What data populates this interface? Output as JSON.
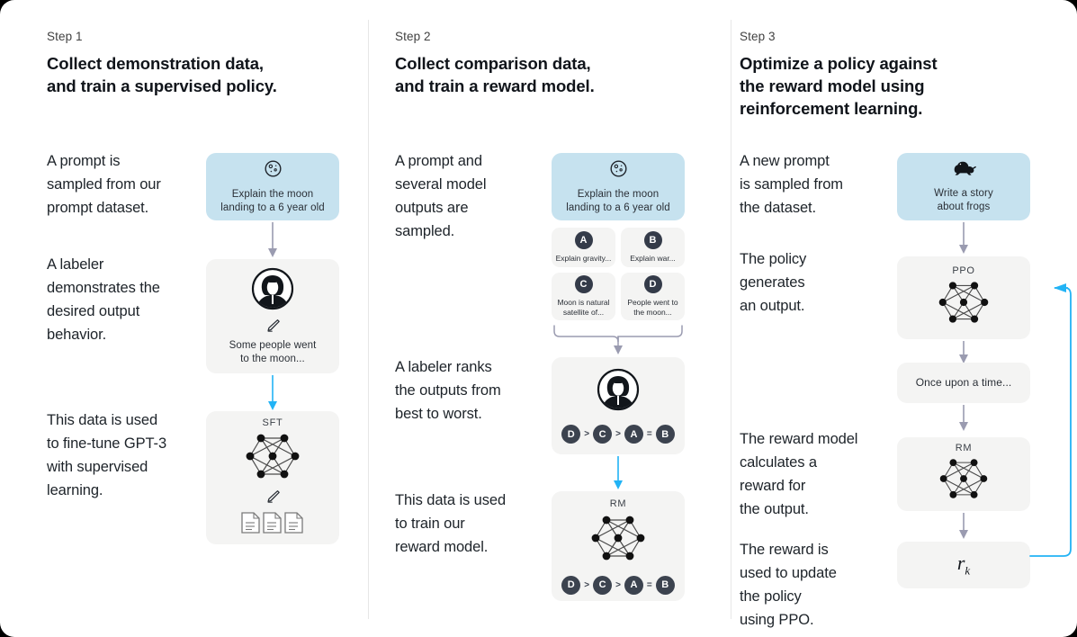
{
  "palette": {
    "page_bg": "#ffffff",
    "card_gray": "#f4f4f3",
    "card_blue": "#c6e2ef",
    "arrow_gray": "#9a9bb0",
    "arrow_cyan": "#22b3f5",
    "badge_dark": "#3c434f",
    "divider": "#e7e7e7",
    "text": "#1d2329"
  },
  "columns": [
    {
      "step_label": "Step 1",
      "title_lines": [
        "Collect demonstration data,",
        "and train a supervised policy."
      ],
      "paragraphs": [
        {
          "lines": [
            "A prompt is",
            "sampled from our",
            "prompt dataset."
          ]
        },
        {
          "lines": [
            "A labeler",
            "demonstrates the",
            "desired output",
            "behavior."
          ]
        },
        {
          "lines": [
            "This data is used",
            "to fine-tune GPT-3",
            "with supervised",
            "learning."
          ]
        }
      ],
      "cards": [
        {
          "kind": "prompt-blue",
          "icon": "moon-icon",
          "caption_lines": [
            "Explain the moon",
            "landing to a 6 year old"
          ]
        },
        {
          "kind": "labeler",
          "icon": "labeler-avatar-icon",
          "sub_icon": "pencil-icon",
          "caption_lines": [
            "Some people went",
            "to the moon..."
          ]
        },
        {
          "kind": "model",
          "title": "SFT",
          "icon": "neural-network-icon",
          "sub_icon": "pencil-icon",
          "extra_icon": "documents-icon"
        }
      ]
    },
    {
      "step_label": "Step 2",
      "title_lines": [
        "Collect comparison data,",
        "and train a reward model."
      ],
      "paragraphs": [
        {
          "lines": [
            "A prompt and",
            "several model",
            "outputs are",
            "sampled."
          ]
        },
        {
          "lines": [
            "A labeler ranks",
            "the outputs from",
            "best to worst."
          ]
        },
        {
          "lines": [
            "This data is used",
            "to train our",
            "reward model."
          ]
        }
      ],
      "cards": [
        {
          "kind": "prompt-blue",
          "icon": "moon-icon",
          "caption_lines": [
            "Explain the moon",
            "landing to a 6 year old"
          ]
        },
        {
          "kind": "options",
          "options": [
            {
              "badge": "A",
              "text": "Explain gravity..."
            },
            {
              "badge": "B",
              "text": "Explain war..."
            },
            {
              "badge": "C",
              "text": "Moon is natural satellite of..."
            },
            {
              "badge": "D",
              "text": "People went to the moon..."
            }
          ]
        },
        {
          "kind": "labeler-rank",
          "icon": "labeler-avatar-icon",
          "ranking": [
            "D",
            ">",
            "C",
            ">",
            "A",
            "=",
            "B"
          ]
        },
        {
          "kind": "model-rank",
          "title": "RM",
          "icon": "neural-network-icon",
          "ranking": [
            "D",
            ">",
            "C",
            ">",
            "A",
            "=",
            "B"
          ]
        }
      ]
    },
    {
      "step_label": "Step 3",
      "title_lines": [
        "Optimize a policy against",
        "the reward model using",
        "reinforcement learning."
      ],
      "paragraphs": [
        {
          "lines": [
            "A new prompt",
            "is sampled from",
            "the dataset."
          ]
        },
        {
          "lines": [
            "The policy",
            "generates",
            "an output."
          ]
        },
        {
          "lines": [
            "The reward model",
            "calculates a",
            "reward for",
            "the output."
          ]
        },
        {
          "lines": [
            "The reward is",
            "used to update",
            "the policy",
            "using PPO."
          ]
        }
      ],
      "cards": [
        {
          "kind": "prompt-blue",
          "icon": "frog-icon",
          "caption_lines": [
            "Write a story",
            "about frogs"
          ]
        },
        {
          "kind": "model",
          "title": "PPO",
          "icon": "neural-network-icon"
        },
        {
          "kind": "output-text",
          "text": "Once upon a time..."
        },
        {
          "kind": "model",
          "title": "RM",
          "icon": "neural-network-icon"
        },
        {
          "kind": "reward",
          "symbol": "r",
          "subscript": "k"
        }
      ]
    }
  ]
}
